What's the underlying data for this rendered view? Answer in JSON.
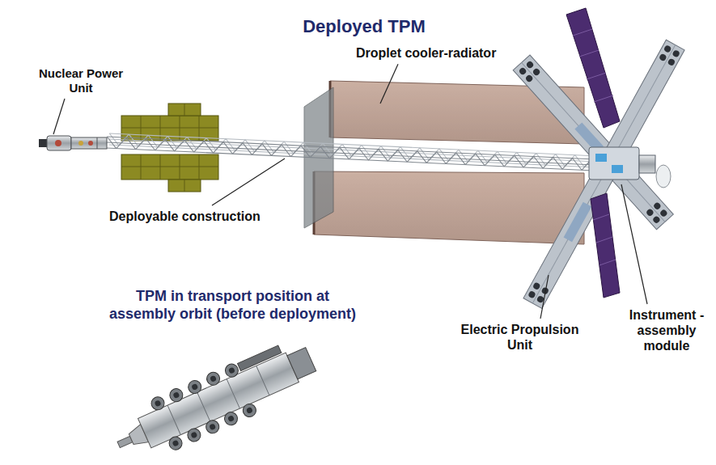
{
  "diagram": {
    "title": "Deployed TPM",
    "labels": [
      "Nuclear Power Unit",
      "Droplet cooler-radiator",
      "Deployable construction",
      "TPM in transport position at assembly orbit (before deployment)",
      "Electric Propulsion Unit",
      "Instrument -assembly module"
    ]
  }
}
